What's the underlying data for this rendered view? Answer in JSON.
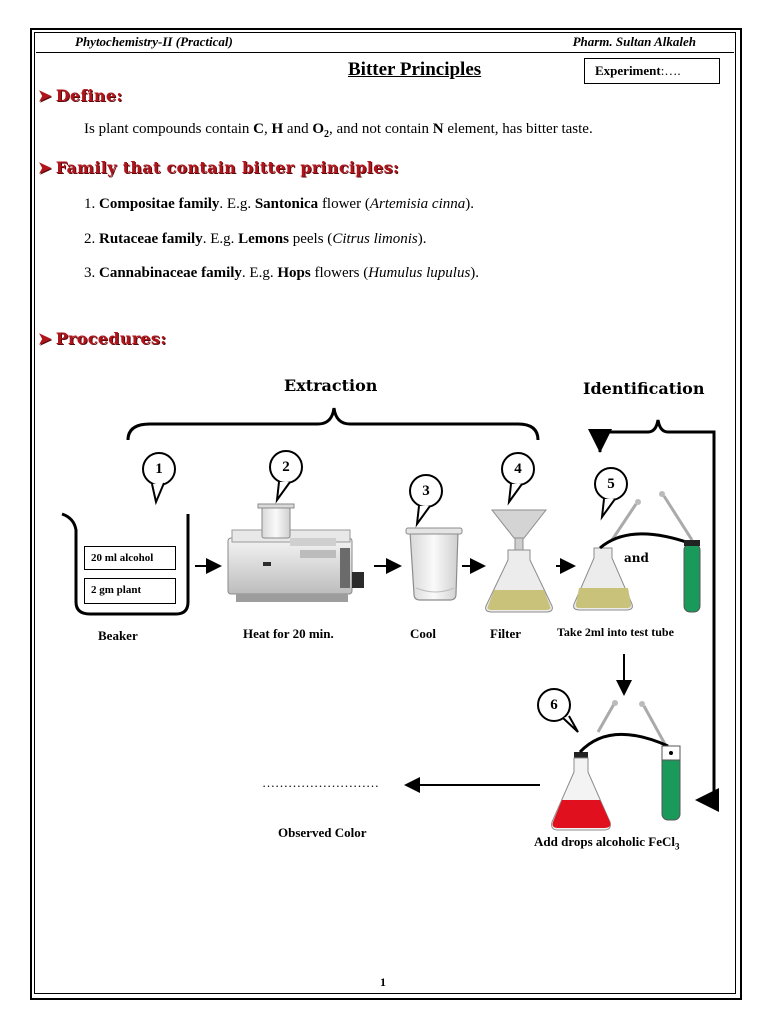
{
  "header": {
    "left": "Phytochemistry-II (Practical)",
    "right": "Pharm. Sultan Alkaleh"
  },
  "title": "Bitter Principles",
  "experiment": {
    "label": "Experiment",
    "value": ":…."
  },
  "sections": {
    "define": "Define:",
    "family": "Family that contain bitter principles:",
    "procedures": "Procedures:"
  },
  "definition": {
    "t1": "Is plant compounds contain ",
    "c": "C",
    "t2": ", ",
    "h": "H",
    "t3": " and ",
    "o": "O",
    "o_sub": "2",
    "t4": ", and not contain ",
    "n": "N",
    "t5": " element,  has bitter taste."
  },
  "families": [
    {
      "num": "1. ",
      "family": "Compositae family",
      "eg": ". E.g. ",
      "plant": "Santonica",
      "part": " flower (",
      "latin": "Artemisia cinna",
      "end": ")."
    },
    {
      "num": "2. ",
      "family": "Rutaceae family",
      "eg": ". E.g. ",
      "plant": "Lemons",
      "part": " peels (",
      "latin": "Citrus limonis",
      "end": ")."
    },
    {
      "num": "3. ",
      "family": "Cannabinaceae family",
      "eg": ". E.g. ",
      "plant": "Hops",
      "part": " flowers (",
      "latin": "Humulus lupulus",
      "end": ")."
    }
  ],
  "diagram": {
    "extraction": "Extraction",
    "identification": "Identification",
    "steps": [
      "1",
      "2",
      "3",
      "4",
      "5",
      "6"
    ],
    "beaker_contents": [
      "20 ml alcohol",
      "2 gm plant"
    ],
    "and": "and",
    "labels": {
      "beaker": "Beaker",
      "heat": "Heat for 20 min.",
      "cool": "Cool",
      "filter": "Filter",
      "take": "Take 2ml into test tube",
      "observed": "Observed Color",
      "dots": "………………………",
      "add": "Add drops alcoholic FeCl",
      "add_sub": "3"
    }
  },
  "page_number": "1",
  "colors": {
    "heading": "#b0151b",
    "green_liquid": "#1a9a5a",
    "red_liquid": "#e0101e",
    "filtrate": "#c9c27a"
  }
}
